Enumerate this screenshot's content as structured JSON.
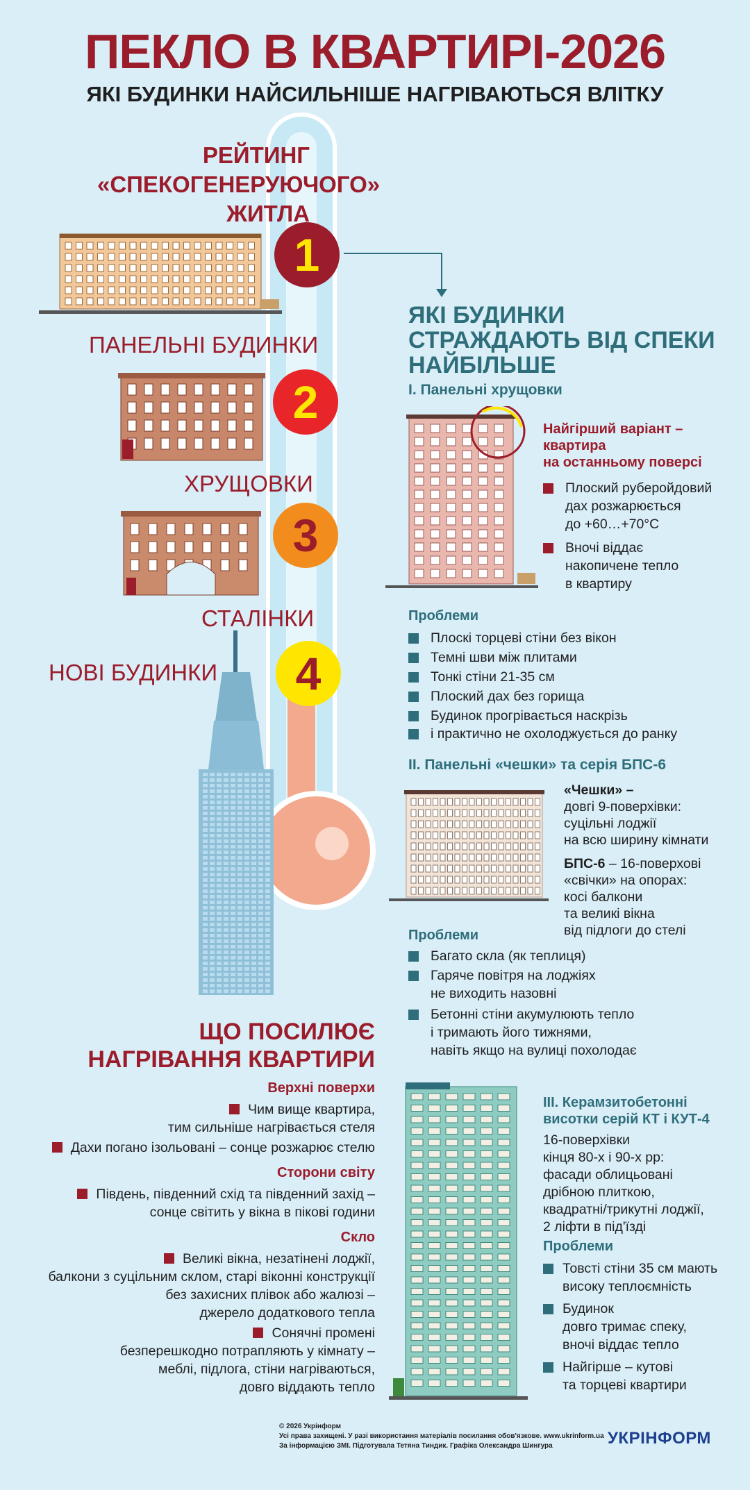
{
  "header": {
    "title": "ПЕКЛО В КВАРТИРІ-2026",
    "subtitle": "ЯКІ БУДИНКИ НАЙСИЛЬНІШЕ НАГРІВАЮТЬСЯ ВЛІТКУ"
  },
  "rating": {
    "heading_line1": "РЕЙТИНГ",
    "heading_line2": "«СПЕКОГЕНЕРУЮЧОГО»",
    "heading_line3": "ЖИТЛА",
    "items": [
      {
        "rank": "1",
        "label": "ПАНЕЛЬНІ БУДИНКИ",
        "color": "#9b1c2a",
        "text_color": "#ffe600"
      },
      {
        "rank": "2",
        "label": "ХРУЩОВКИ",
        "color": "#e8262a",
        "text_color": "#ffe600"
      },
      {
        "rank": "3",
        "label": "СТАЛІНКИ",
        "color": "#f28c1c",
        "text_color": "#9b1c2a"
      },
      {
        "rank": "4",
        "label": "НОВІ БУДИНКИ",
        "color": "#ffe600",
        "text_color": "#9b1c2a"
      }
    ]
  },
  "suffer": {
    "heading_line1": "ЯКІ БУДИНКИ",
    "heading_line2": "СТРАЖДАЮТЬ ВІД СПЕКИ",
    "heading_line3": "НАЙБІЛЬШЕ",
    "s1": {
      "title": "I. Панельні хрущовки",
      "worst_line1": "Найгірший варіант –",
      "worst_line2": "квартира",
      "worst_line3": "на останньому поверсі",
      "facts": [
        {
          "line1": "Плоский руберойдовий",
          "line2": "дах розжарюється",
          "line3": "до +60…+70°С"
        },
        {
          "line1": "Вночі віддає",
          "line2": "накопичене тепло",
          "line3": "в квартиру"
        }
      ],
      "problems_title": "Проблеми",
      "problems": [
        "Плоскі торцеві стіни без вікон",
        "Темні шви між плитами",
        "Тонкі стіни 21-35 см",
        "Плоский дах без горища",
        "Будинок прогрівається наскрізь",
        "і практично не охолоджується до ранку"
      ]
    },
    "s2": {
      "title": "II. Панельні «чешки» та серія БПС-6",
      "cheshky_name": "«Чешки» –",
      "cheshky_lines": [
        "довгі 9-поверхівки:",
        "суцільні лоджії",
        "на всю ширину кімнати"
      ],
      "bps_name": "БПС-6",
      "bps_rest": " – 16-поверхові",
      "bps_lines": [
        "«свічки» на опорах:",
        "косі балкони",
        "та великі вікна",
        "від підлоги до стелі"
      ],
      "problems_title": "Проблеми",
      "problems": [
        "Багато скла (як теплиця)",
        "Гаряче повітря на лоджіях",
        "не виходить назовні",
        "Бетонні стіни акумулюють тепло",
        "і тримають його тижнями,",
        "навіть якщо на вулиці похолодає"
      ]
    },
    "s3": {
      "title_line1": "III. Керамзитобетонні",
      "title_line2": "висотки серій КТ і КУТ-4",
      "desc": [
        "16-поверхівки",
        "кінця 80-х і 90-х рр:",
        "фасади облицьовані",
        "дрібною плиткою,",
        "квадратні/трикутні лоджії,",
        "2 ліфти в під'їзді"
      ],
      "problems_title": "Проблеми",
      "problems": [
        "Товсті стіни 35 см мають",
        "високу теплоємність",
        "Будинок",
        "довго тримає спеку,",
        "вночі віддає тепло",
        "Найгірше – кутові",
        "та торцеві квартири"
      ]
    }
  },
  "heating": {
    "heading_line1": "ЩО ПОСИЛЮЄ",
    "heading_line2": "НАГРІВАННЯ КВАРТИРИ",
    "top_floors": {
      "title": "Верхні поверхи",
      "lines": [
        "Чим вище квартира,",
        "тим сильніше нагрівається стеля",
        "Дахи погано ізольовані – сонце розжарює стелю"
      ]
    },
    "sides": {
      "title": "Сторони світу",
      "lines": [
        "Південь, південний схід та південний захід –",
        "сонце світить у вікна в пікові години"
      ]
    },
    "glass": {
      "title": "Скло",
      "lines": [
        "Великі вікна, незатінені лоджії,",
        "балкони з суцільним склом, старі віконні конструкції",
        "без захисних плівок або жалюзі –",
        "джерело додаткового тепла",
        "Сонячні промені",
        "безперешкодно потрапляють у кімнату –",
        "меблі, підлога, стіни нагріваються,",
        "довго віддають тепло"
      ]
    }
  },
  "footer": {
    "copyright": "© 2026 Укрінформ",
    "rights": "Усі права захищені. У разі використання матеріалів посилання обов'язкове. www.ukrinform.ua",
    "credits": "За інформацією ЗМІ. Підготувала Тетяна Тиндик. Графіка Олександра Шингура",
    "brand": "УКРІНФОРМ"
  },
  "colors": {
    "accent_red": "#9b1c2a",
    "accent_teal": "#2e6e7a",
    "background": "#daeef8"
  }
}
